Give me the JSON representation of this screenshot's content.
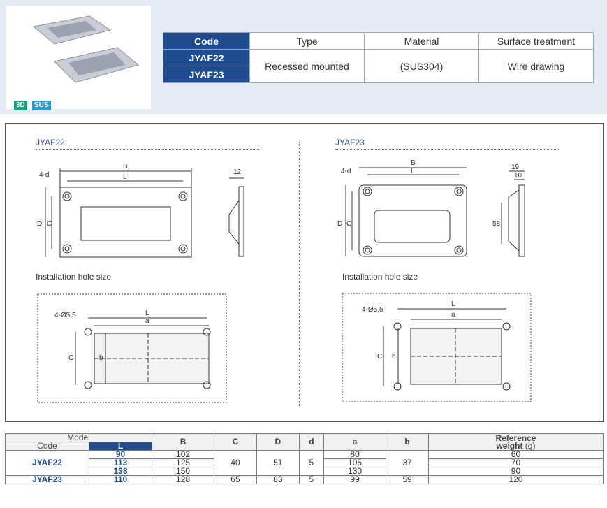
{
  "badges": {
    "b3d": "3D",
    "sus": "SUS"
  },
  "spec_table": {
    "headers": [
      "Code",
      "Type",
      "Material",
      "Surface treatment"
    ],
    "codes": [
      "JYAF22",
      "JYAF23"
    ],
    "type": "Recessed mounted",
    "material": "(SUS304)",
    "surface": "Wire drawing"
  },
  "drawings": {
    "left_title": "JYAF22",
    "right_title": "JYAF23",
    "install_label": "Installation hole size",
    "dims": {
      "B": "B",
      "L": "L",
      "D": "D",
      "C": "C",
      "d4": "4-d",
      "t12": "12",
      "t19": "19",
      "t10": "10",
      "h58": "58",
      "hole": "4-Ø5.5",
      "a": "a",
      "b": "b"
    }
  },
  "data_table": {
    "headers": {
      "model": "Model",
      "code": "Code",
      "L": "L",
      "B": "B",
      "C": "C",
      "D": "D",
      "d": "d",
      "a": "a",
      "b": "b",
      "weight_l1": "Reference",
      "weight_l2": "weight",
      "weight_unit": "(g)"
    },
    "rows": [
      {
        "code": "JYAF22",
        "L": "90",
        "B": "102",
        "C": "",
        "D": "",
        "d": "",
        "a": "80",
        "b": "",
        "w": "60"
      },
      {
        "code": "",
        "L": "113",
        "B": "125",
        "C": "40",
        "D": "51",
        "d": "5",
        "a": "105",
        "b": "37",
        "w": "70"
      },
      {
        "code": "",
        "L": "138",
        "B": "150",
        "C": "",
        "D": "",
        "d": "",
        "a": "130",
        "b": "",
        "w": "90"
      },
      {
        "code": "JYAF23",
        "L": "110",
        "B": "128",
        "C": "65",
        "D": "83",
        "d": "5",
        "a": "99",
        "b": "59",
        "w": "120"
      }
    ]
  }
}
